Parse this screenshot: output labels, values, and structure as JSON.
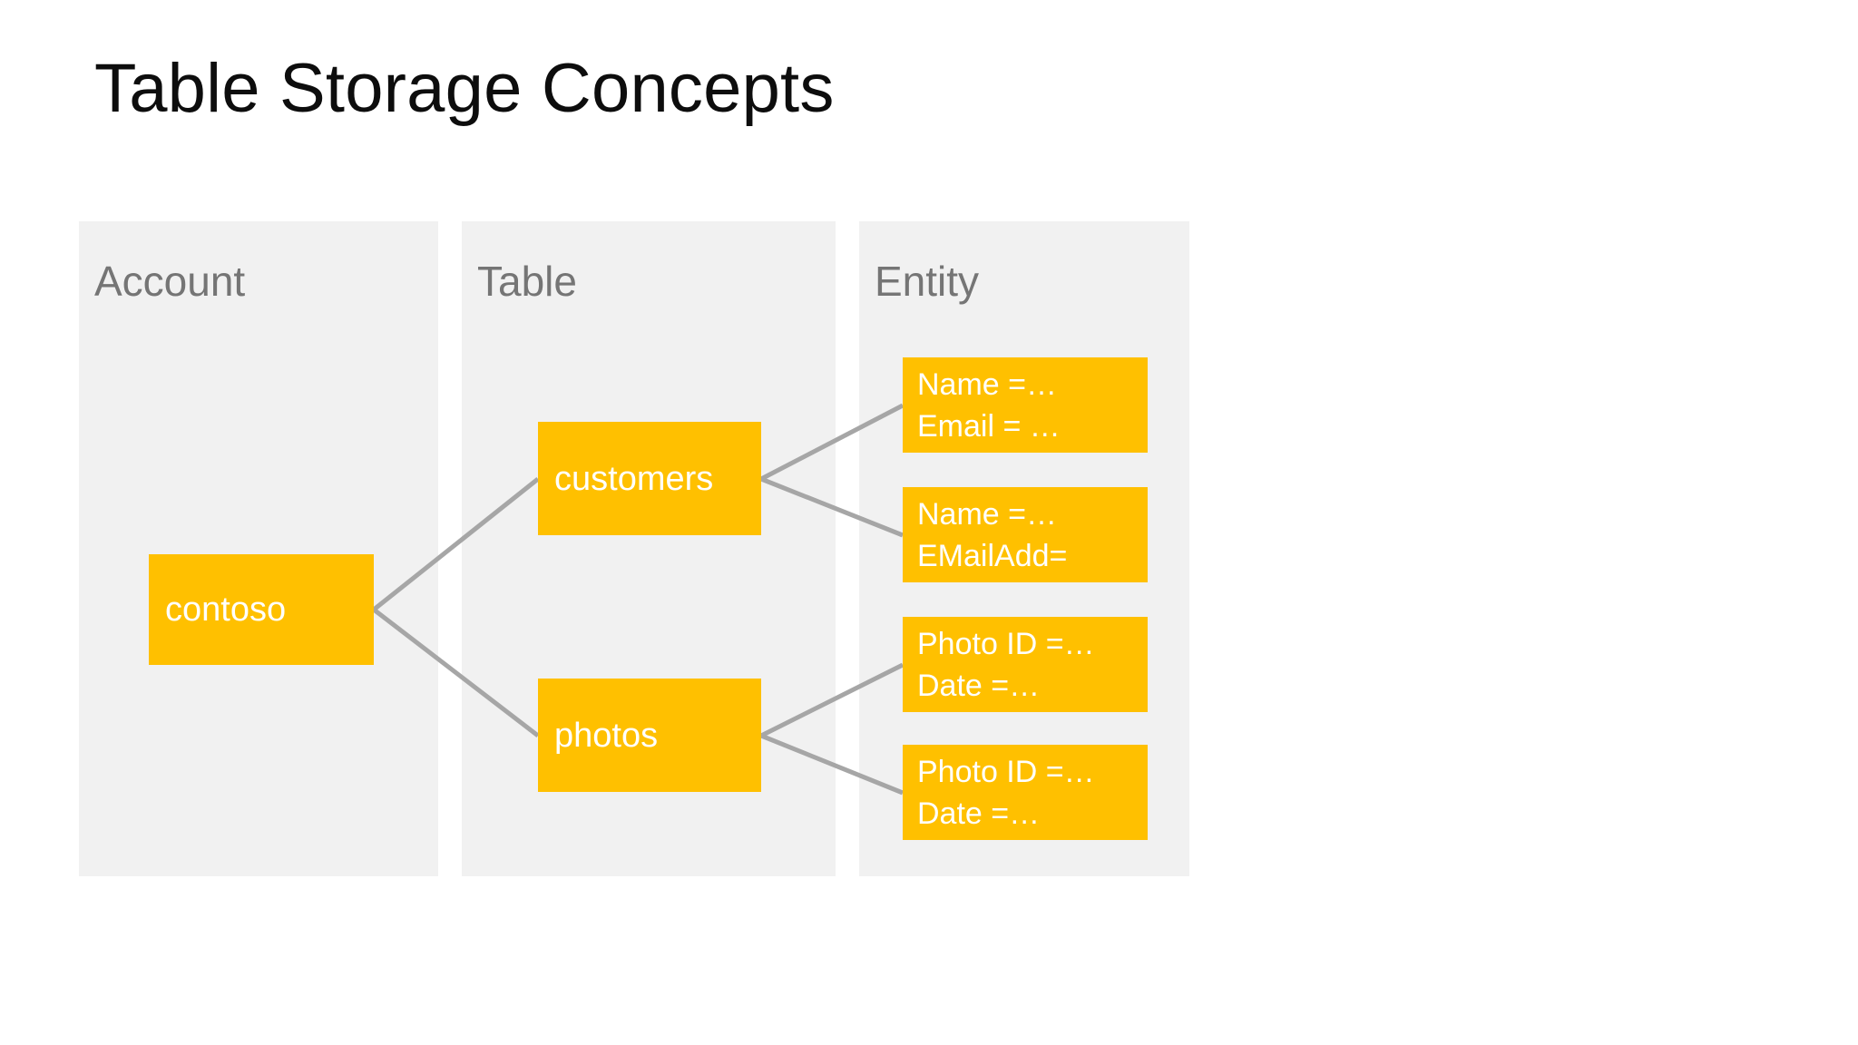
{
  "slide": {
    "title": "Table Storage Concepts",
    "background_color": "#ffffff",
    "title_color": "#0d0d0d"
  },
  "theme": {
    "node_fill": "#ffc000",
    "node_text": "#ffffff",
    "panel_fill": "#f1f1f1",
    "panel_label_color": "#757575",
    "connector_color": "#a6a6a6"
  },
  "diagram": {
    "type": "hierarchy",
    "columns": [
      {
        "id": "account",
        "label": "Account"
      },
      {
        "id": "table",
        "label": "Table"
      },
      {
        "id": "entity",
        "label": "Entity"
      }
    ],
    "nodes": {
      "account": [
        {
          "id": "contoso",
          "label": "contoso"
        }
      ],
      "table": [
        {
          "id": "customers",
          "label": "customers"
        },
        {
          "id": "photos",
          "label": "photos"
        }
      ],
      "entity": [
        {
          "id": "entity-1",
          "line1": "Name =…",
          "line2": "Email = …"
        },
        {
          "id": "entity-2",
          "line1": "Name =…",
          "line2": "EMailAdd="
        },
        {
          "id": "entity-3",
          "line1": "Photo ID =…",
          "line2": "Date =…"
        },
        {
          "id": "entity-4",
          "line1": "Photo ID =…",
          "line2": "Date =…"
        }
      ]
    },
    "edges": [
      {
        "from": "contoso",
        "to": "customers"
      },
      {
        "from": "contoso",
        "to": "photos"
      },
      {
        "from": "customers",
        "to": "entity-1"
      },
      {
        "from": "customers",
        "to": "entity-2"
      },
      {
        "from": "photos",
        "to": "entity-3"
      },
      {
        "from": "photos",
        "to": "entity-4"
      }
    ]
  }
}
